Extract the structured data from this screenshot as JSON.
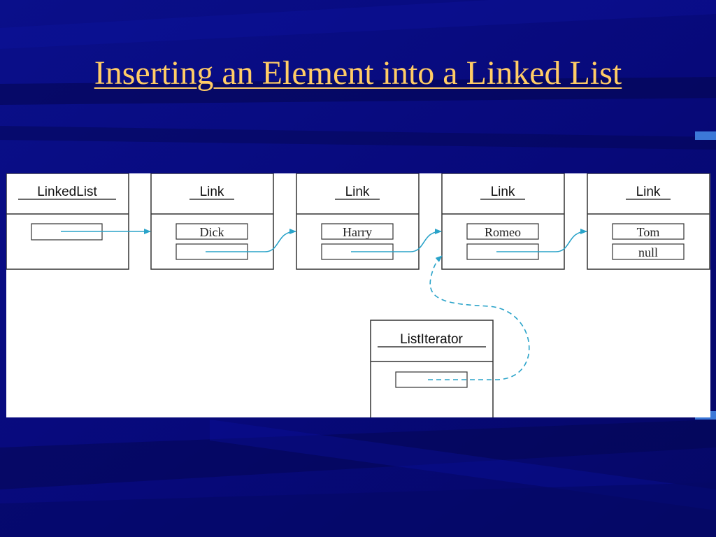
{
  "slide": {
    "title": "Inserting an Element into a Linked List"
  },
  "diagram": {
    "linked_list_label": "LinkedList",
    "link_label": "Link",
    "iterator_label": "ListIterator",
    "links": [
      {
        "data": "Dick",
        "next": ""
      },
      {
        "data": "Harry",
        "next": ""
      },
      {
        "data": "Romeo",
        "next": ""
      },
      {
        "data": "Tom",
        "next": "null"
      }
    ]
  },
  "colors": {
    "background": "#070b7a",
    "title": "#ffcc66",
    "arrow": "#2aa3c9",
    "border": "#333333"
  }
}
